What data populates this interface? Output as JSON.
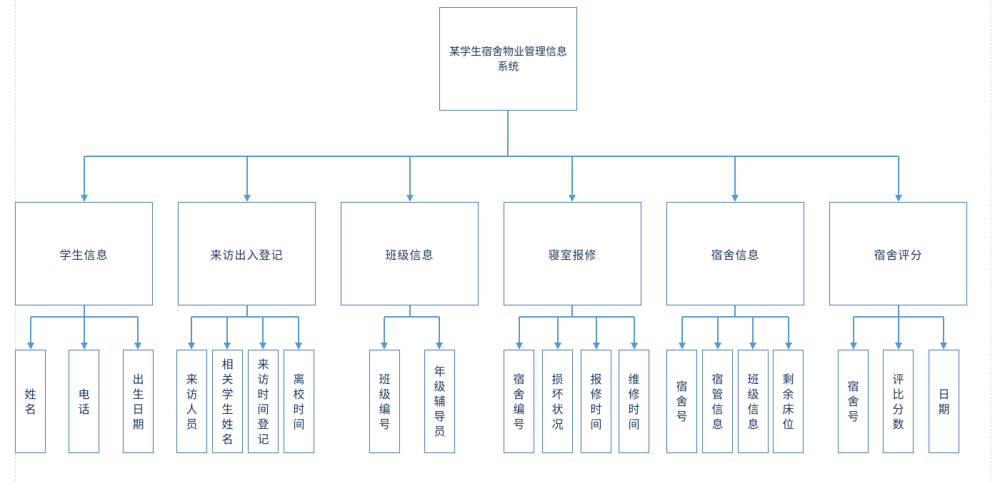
{
  "root": {
    "label": "某学生宿舍物业管理信息系统"
  },
  "modules": [
    {
      "label": "学生信息",
      "fields": [
        "姓名",
        "电话",
        "出生日期"
      ]
    },
    {
      "label": "来访出入登记",
      "fields": [
        "来访人员",
        "相关学生姓名",
        "来访时间登记",
        "离校时间"
      ]
    },
    {
      "label": "班级信息",
      "fields": [
        "班级编号",
        "年级辅导员"
      ]
    },
    {
      "label": "寝室报修",
      "fields": [
        "宿舍编号",
        "损坏状况",
        "报修时间",
        "维修时间"
      ]
    },
    {
      "label": "宿舍信息",
      "fields": [
        "宿舍号",
        "宿管信息",
        "班级信息",
        "剩余床位"
      ]
    },
    {
      "label": "宿舍评分",
      "fields": [
        "宿舍号",
        "评比分数",
        "日期"
      ]
    }
  ],
  "colors": {
    "line": "#5b9bd5",
    "border": "#4a7ebb",
    "text": "#1f3a5f"
  }
}
